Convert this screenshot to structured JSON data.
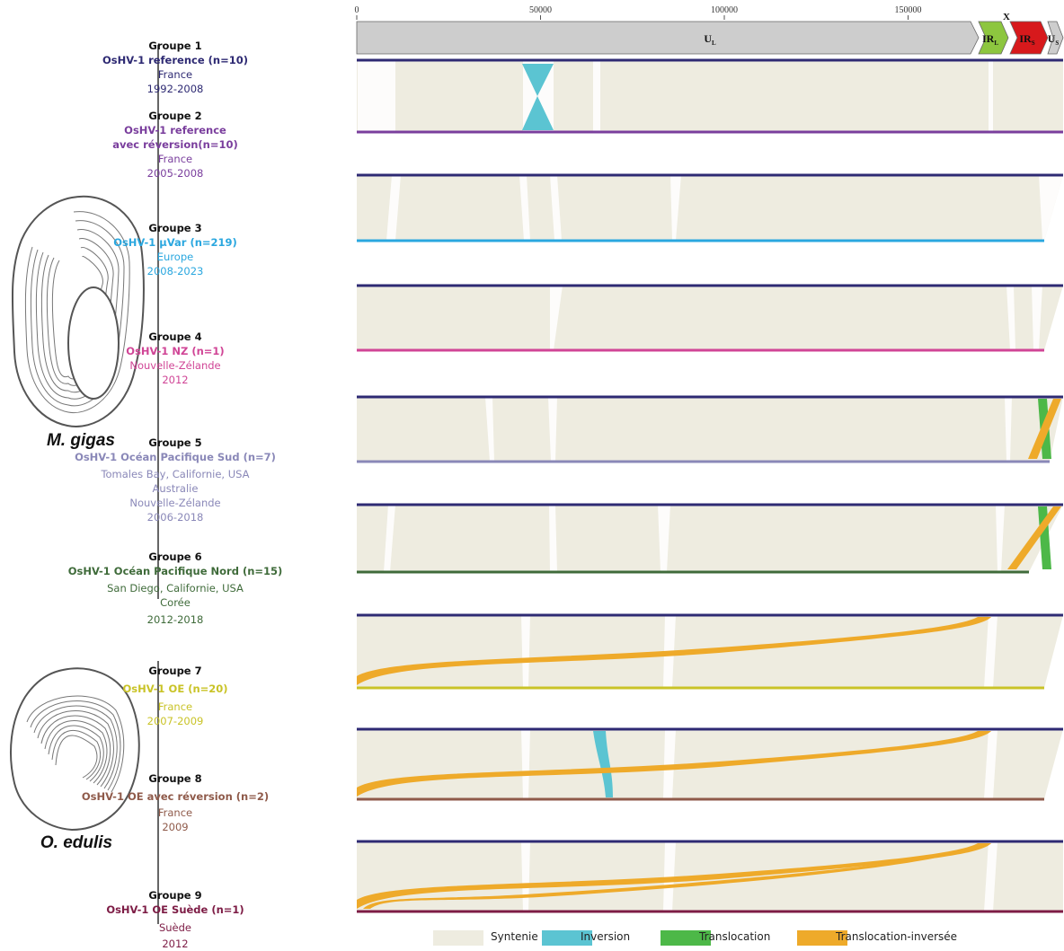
{
  "axis": {
    "ticks": [
      {
        "label": "0",
        "value": 0
      },
      {
        "label": "50000",
        "value": 50000
      },
      {
        "label": "100000",
        "value": 100000
      },
      {
        "label": "150000",
        "value": 150000
      }
    ]
  },
  "genome_map": {
    "segments": [
      {
        "id": "UL",
        "label": "U",
        "sub": "L",
        "color": "#cdcdcd"
      },
      {
        "id": "IRL",
        "label": "IR",
        "sub": "L",
        "color": "#8dc63f"
      },
      {
        "id": "X",
        "label": "X",
        "color": "#ffffff"
      },
      {
        "id": "IRS",
        "label": "IR",
        "sub": "S",
        "color": "#d7191c"
      },
      {
        "id": "US",
        "label": "U",
        "sub": "S",
        "color": "#cdcdcd"
      }
    ]
  },
  "species": [
    {
      "name": "M. gigas"
    },
    {
      "name": "O. edulis"
    }
  ],
  "groups": [
    {
      "title": "Groupe 1",
      "name": "OsHV-1 reference (n=10)",
      "meta": [
        "France",
        "1992-2008"
      ],
      "color": "#2e2a73"
    },
    {
      "title": "Groupe 2",
      "name": "OsHV-1 reference",
      "name2": "avec réversion(n=10)",
      "meta": [
        "France",
        "2005-2008"
      ],
      "color": "#7a3e9d"
    },
    {
      "title": "Groupe 3",
      "name": "OsHV-1 µVar (n=219)",
      "meta": [
        "Europe",
        "2008-2023"
      ],
      "color": "#2aa7df"
    },
    {
      "title": "Groupe 4",
      "name": "OsHV-1 NZ (n=1)",
      "meta": [
        "Nouvelle-Zélande",
        "2012"
      ],
      "color": "#d04596"
    },
    {
      "title": "Groupe 5",
      "name": "OsHV-1 Océan Pacifique Sud (n=7)",
      "meta": [
        "Tomales Bay, Californie, USA",
        "Australie",
        "Nouvelle-Zélande",
        "2006-2018"
      ],
      "color": "#8a88b8"
    },
    {
      "title": "Groupe 6",
      "name": "OsHV-1 Océan Pacifique Nord (n=15)",
      "meta": [
        "San Diego, Californie, USA",
        "Corée",
        "2012-2018"
      ],
      "color": "#3f6b3a"
    },
    {
      "title": "Groupe 7",
      "name": "OsHV-1 OE  (n=20)",
      "meta": [
        "France",
        "2007-2009"
      ],
      "color": "#c9c327"
    },
    {
      "title": "Groupe 8",
      "name": "OsHV-1 OE avec réversion (n=2)",
      "meta": [
        "France",
        "2009"
      ],
      "color": "#8f5a4a"
    },
    {
      "title": "Groupe 9",
      "name": "OsHV-1 OE Suède (n=1)",
      "meta": [
        "Suède",
        "2012"
      ],
      "color": "#7d1c45"
    }
  ],
  "legend": [
    {
      "label": "Syntenie",
      "color": "#eeece0"
    },
    {
      "label": "Inversion",
      "color": "#5bc4d2"
    },
    {
      "label": "Translocation",
      "color": "#4db848"
    },
    {
      "label": "Translocation-inversée",
      "color": "#eeaa2a"
    }
  ],
  "palette": {
    "reference_line": "#2e2a73",
    "syntenie": "#eeece0",
    "inversion": "#5bc4d2",
    "translocation": "#4db848",
    "translocation_inversee": "#eeaa2a"
  }
}
